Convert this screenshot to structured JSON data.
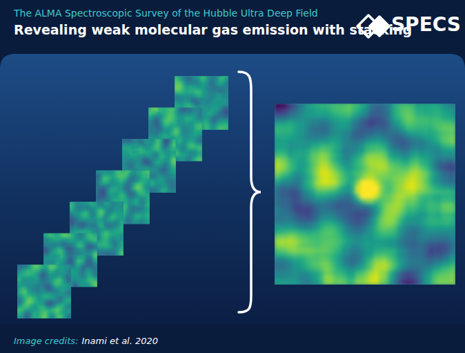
{
  "diagram": {
    "title": "Revealing weak molecular gas emission with stacking",
    "labels": [
      "The ALMA Spectroscopic Survey of the Hubble Ultra Deep Field",
      "SPECS",
      "Image credits:",
      "Inami et al. 2020"
    ]
  }
}
